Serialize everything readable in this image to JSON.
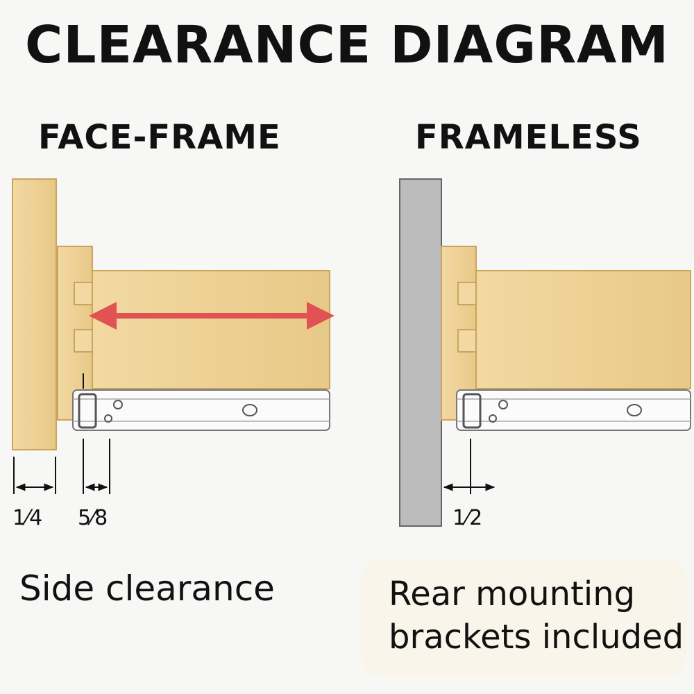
{
  "title": "CLEARANCE DIAGRAM",
  "sections": {
    "face_frame": {
      "label": "FACE-FRAME"
    },
    "frameless": {
      "label": "FRAMELESS"
    }
  },
  "dimensions": {
    "face_frame_left": "1⁄4",
    "face_frame_right": "5⁄8",
    "frameless": "1⁄2"
  },
  "captions": {
    "side_clearance": "Side clearance",
    "rear_line1": "Rear mounting",
    "rear_line2": "brackets included"
  },
  "colors": {
    "wood": "#eccf93",
    "wood_edge": "#c9a45e",
    "cabinet_side": "#bcbcbc",
    "arrow": "#e15353",
    "slide": "#fbfbfb"
  }
}
